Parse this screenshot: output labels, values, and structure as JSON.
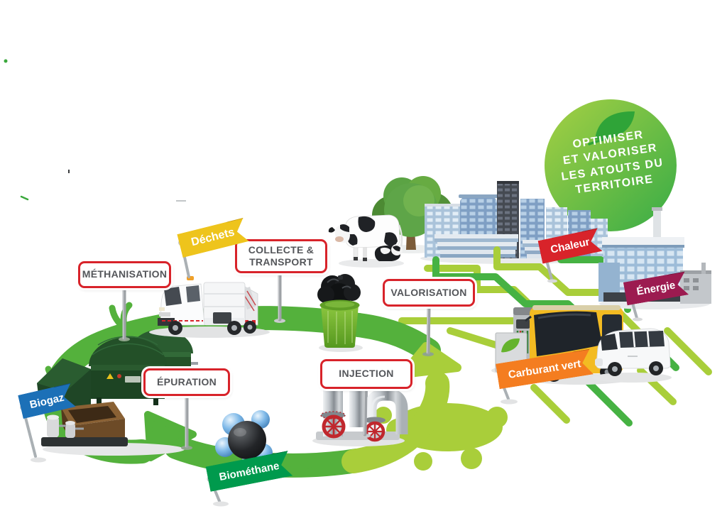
{
  "bubble": {
    "lines": [
      "OPTIMISER",
      "ET VALORISER",
      "LES ATOUTS DU",
      "TERRITOIRE"
    ],
    "gradient": [
      "#a6d044",
      "#37ac46"
    ],
    "leaf_color": "#2fa438"
  },
  "signs": [
    {
      "id": "methanisation",
      "label": "MÉTHANISATION"
    },
    {
      "id": "collecte-transport",
      "label": "COLLECTE &\nTRANSPORT"
    },
    {
      "id": "valorisation",
      "label": "VALORISATION"
    },
    {
      "id": "epuration",
      "label": "ÉPURATION"
    },
    {
      "id": "injection",
      "label": "INJECTION"
    }
  ],
  "flags": [
    {
      "id": "dechets",
      "label": "Déchets",
      "color": "#eec41c"
    },
    {
      "id": "chaleur",
      "label": "Chaleur",
      "color": "#d8232a"
    },
    {
      "id": "energie",
      "label": "Énergie",
      "color": "#9c1b50"
    },
    {
      "id": "carburant-vert",
      "label": "Carburant vert",
      "color": "#f47d20"
    },
    {
      "id": "biogaz",
      "label": "Biogaz",
      "color": "#1c70b7"
    },
    {
      "id": "biomethane",
      "label": "Biométhane",
      "color": "#009a4d"
    }
  ],
  "colors": {
    "cycle_green_dark": "#54b13c",
    "cycle_green_light": "#a9ce3a",
    "network_green": "#46b243",
    "sign_border_red": "#d8232a",
    "sign_text_gray": "#54565a"
  },
  "illustrations": [
    "garbage-truck",
    "green-bin-with-bag",
    "cow-and-calf",
    "tree",
    "city-buildings",
    "factory",
    "fuel-station",
    "city-bus",
    "white-van",
    "digester-tanks",
    "gas-pipes-valves",
    "methane-molecule"
  ]
}
